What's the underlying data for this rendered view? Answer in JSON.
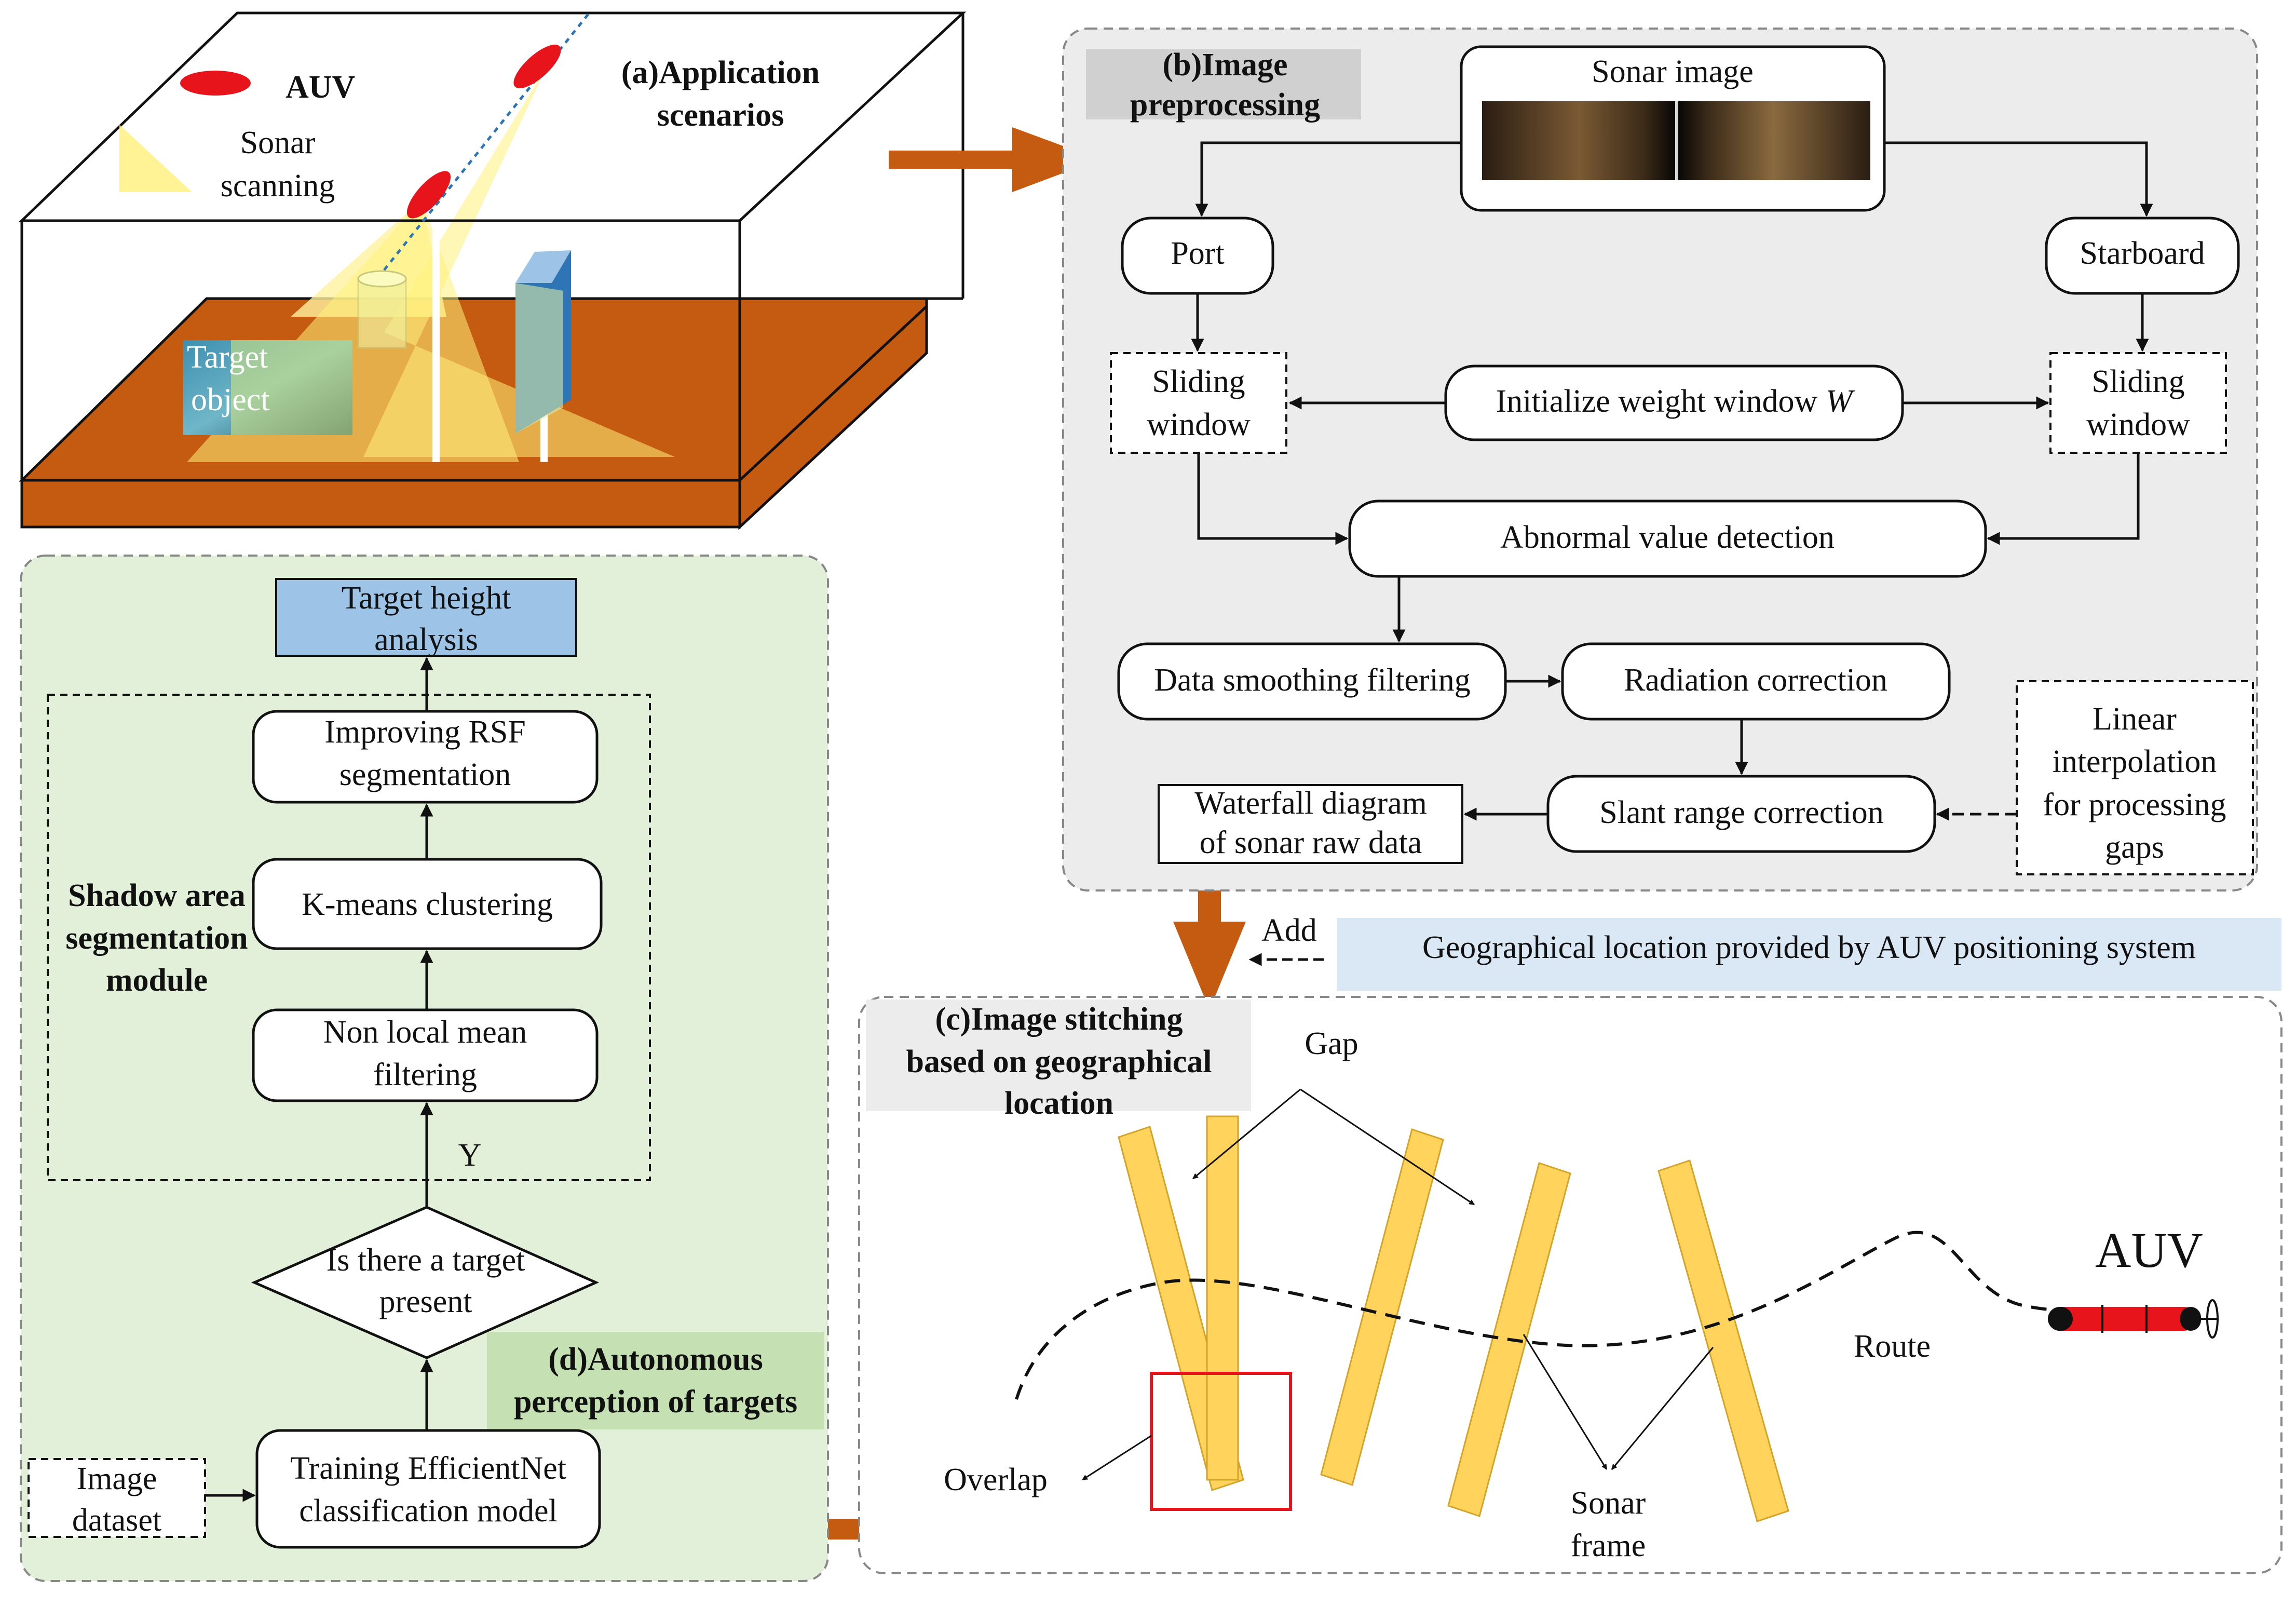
{
  "panel_a": {
    "title_line1": "(a)Application",
    "title_line2": "scenarios",
    "auv_label": "AUV",
    "sonar_line1": "Sonar",
    "sonar_line2": "scanning",
    "target_line1": "Target",
    "target_line2": "object"
  },
  "panel_b": {
    "title_line1": "(b)Image",
    "title_line2": "preprocessing",
    "sonar_image": "Sonar image",
    "port": "Port",
    "starboard": "Starboard",
    "sliding_line1": "Sliding",
    "sliding_line2": "window",
    "init_weight": "Initialize weight window ",
    "init_weight_var": "W",
    "abnormal": "Abnormal value detection",
    "smoothing": "Data smoothing filtering",
    "radiation": "Radiation correction",
    "slant": "Slant range correction",
    "linear_line1": "Linear",
    "linear_line2": "interpolation",
    "linear_line3": "for processing",
    "linear_line4": "gaps",
    "waterfall_line1": "Waterfall diagram",
    "waterfall_line2": "of sonar raw data"
  },
  "panel_c": {
    "add": "Add",
    "geo": "Geographical location provided by AUV positioning system",
    "title_line1": "(c)Image stitching",
    "title_line2": "based on geographical",
    "title_line3": "location",
    "gap": "Gap",
    "auv": "AUV",
    "route": "Route",
    "overlap": "Overlap",
    "sonar_frame_line1": "Sonar",
    "sonar_frame_line2": "frame"
  },
  "panel_d": {
    "target_height_line1": "Target height",
    "target_height_line2": "analysis",
    "rsf_line1": "Improving RSF",
    "rsf_line2": "segmentation",
    "kmeans": "K-means clustering",
    "nlm_line1": "Non local mean",
    "nlm_line2": "filtering",
    "shadow_line1": "Shadow area",
    "shadow_line2": "segmentation",
    "shadow_line3": "module",
    "y_label": "Y",
    "decision_line1": "Is there a target",
    "decision_line2": "present",
    "title_line1": "(d)Autonomous",
    "title_line2": "perception of targets",
    "training_line1": "Training EfficientNet",
    "training_line2": "classification model",
    "dataset_line1": "Image",
    "dataset_line2": "dataset"
  },
  "colors": {
    "orange_arrow": "#c55a11",
    "floor_brown": "#c55a11",
    "beam_yellow": "#fff07a",
    "frame_yellow": "#ffd35c",
    "auv_red": "#e8141b",
    "panel_b_gray": "#ececec",
    "panel_d_green": "#e2efd9",
    "label_green": "#c5e0b3",
    "label_blue": "#9dc3e6",
    "label_geo": "#dae7f4",
    "box_3d_blue": "#2e75b6"
  }
}
